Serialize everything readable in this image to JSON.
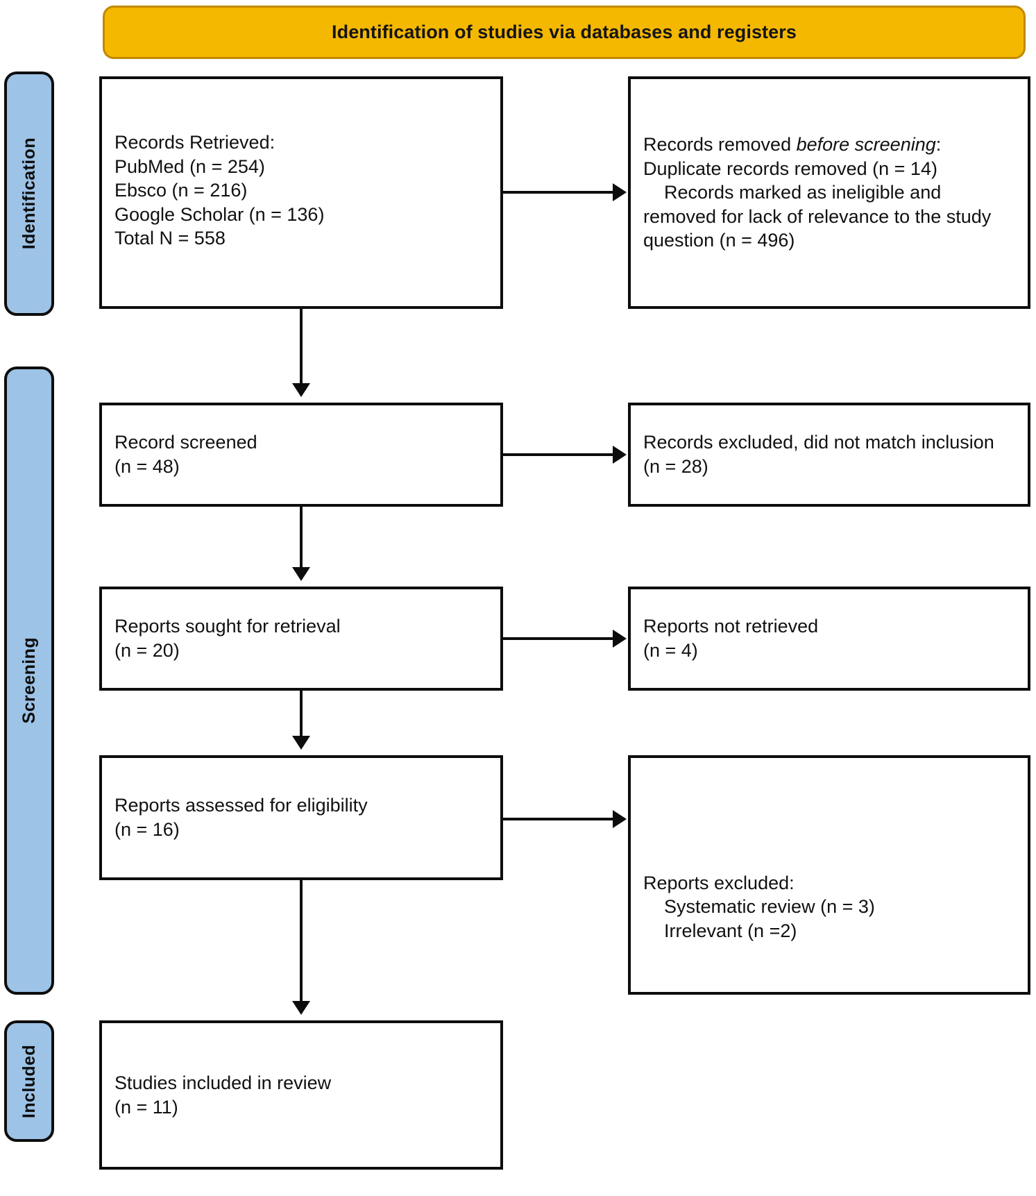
{
  "header": {
    "title": "Identification of studies via databases and registers"
  },
  "colors": {
    "header_bg": "#f5b800",
    "header_border": "#c08a00",
    "stage_bg": "#9dc3e6",
    "stage_border": "#0d0d0d",
    "box_border": "#0d0d0d",
    "box_bg": "#ffffff",
    "text": "#111111"
  },
  "stages": [
    {
      "id": "identification",
      "label": "Identification"
    },
    {
      "id": "screening",
      "label": "Screening"
    },
    {
      "id": "included",
      "label": "Included"
    }
  ],
  "boxes": {
    "records_retrieved": {
      "lines": [
        "Records Retrieved:",
        "PubMed (n = 254)",
        "Ebsco (n = 216)",
        "Google Scholar (n = 136)",
        "Total N = 558"
      ]
    },
    "records_removed": {
      "lead_plain": "Records removed ",
      "lead_italic": "before",
      "lead_italic2": "screening",
      "lead_colon": ":",
      "body": "    Duplicate records removed (n = 14)\n    Records marked as ineligible and removed for lack of relevance to the study question (n = 496)"
    },
    "record_screened": {
      "lines": [
        "Record screened",
        "(n = 48)"
      ]
    },
    "records_excluded": {
      "lines": [
        "Records excluded, did not match inclusion",
        "(n = 28)"
      ]
    },
    "reports_sought": {
      "lines": [
        "Reports sought for retrieval",
        "(n = 20)"
      ]
    },
    "reports_not_retrieved": {
      "lines": [
        "Reports not retrieved",
        "(n = 4)"
      ]
    },
    "reports_assessed": {
      "lines": [
        "Reports assessed for eligibility",
        "(n = 16)"
      ]
    },
    "reports_excluded": {
      "lines": [
        "Reports excluded:",
        "    Systematic review (n = 3)",
        "    Irrelevant (n =2)"
      ]
    },
    "studies_included": {
      "lines": [
        "Studies included in review",
        "(n = 11)"
      ]
    }
  },
  "chart_data": {
    "type": "diagram",
    "title": "Identification of studies via databases and registers",
    "flow": [
      {
        "stage": "Identification",
        "node": "Records Retrieved",
        "sources": [
          {
            "name": "PubMed",
            "n": 254
          },
          {
            "name": "Ebsco",
            "n": 216
          },
          {
            "name": "Google Scholar",
            "n": 136
          }
        ],
        "total": 558
      },
      {
        "stage": "Identification",
        "node": "Records removed before screening",
        "items": [
          {
            "name": "Duplicate records removed",
            "n": 14
          },
          {
            "name": "Records marked as ineligible and removed for lack of relevance to the study question",
            "n": 496
          }
        ]
      },
      {
        "stage": "Screening",
        "node": "Record screened",
        "n": 48
      },
      {
        "stage": "Screening",
        "node": "Records excluded, did not match inclusion",
        "n": 28
      },
      {
        "stage": "Screening",
        "node": "Reports sought for retrieval",
        "n": 20
      },
      {
        "stage": "Screening",
        "node": "Reports not retrieved",
        "n": 4
      },
      {
        "stage": "Screening",
        "node": "Reports assessed for eligibility",
        "n": 16
      },
      {
        "stage": "Screening",
        "node": "Reports excluded",
        "items": [
          {
            "name": "Systematic review",
            "n": 3
          },
          {
            "name": "Irrelevant",
            "n": 2
          }
        ]
      },
      {
        "stage": "Included",
        "node": "Studies included in review",
        "n": 11
      }
    ]
  }
}
